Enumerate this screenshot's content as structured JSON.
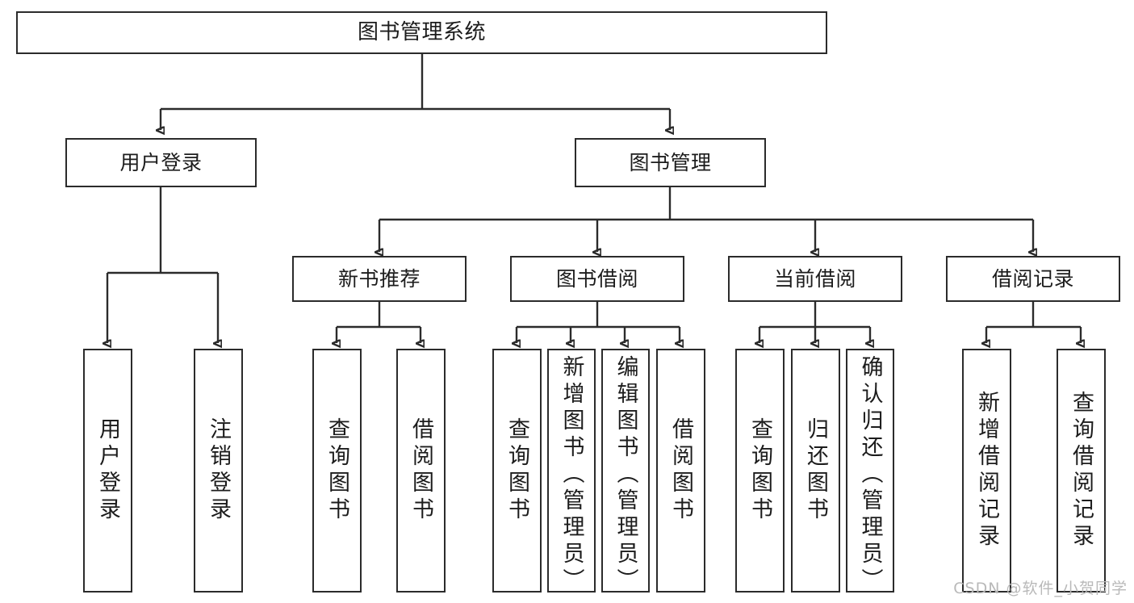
{
  "diagram": {
    "type": "tree-hierarchy-chart",
    "title": "图书管理系统",
    "stroke_color": "#2b2b2b",
    "fill_color": "#ffffff",
    "text_color": "#1c1c1c"
  },
  "root": {
    "label": "图书管理系统"
  },
  "level1": [
    {
      "label": "用户登录"
    },
    {
      "label": "图书管理"
    }
  ],
  "level2": [
    {
      "label": "新书推荐"
    },
    {
      "label": "图书借阅"
    },
    {
      "label": "当前借阅"
    },
    {
      "label": "借阅记录"
    }
  ],
  "leaves": {
    "user_login": [
      {
        "label": "用户登录"
      },
      {
        "label": "注销登录"
      }
    ],
    "new_book": [
      {
        "label": "查询图书"
      },
      {
        "label": "借阅图书"
      }
    ],
    "book_borrow": [
      {
        "label": "查询图书"
      },
      {
        "label": "新增图书（管理员）"
      },
      {
        "label": "编辑图书（管理员）"
      },
      {
        "label": "借阅图书"
      }
    ],
    "current_borrow": [
      {
        "label": "查询图书"
      },
      {
        "label": "归还图书"
      },
      {
        "label": "确认归还（管理员）"
      }
    ],
    "borrow_record": [
      {
        "label": "新增借阅记录"
      },
      {
        "label": "查询借阅记录"
      }
    ]
  },
  "watermark": {
    "text": "CSDN @软件_小贺同学"
  }
}
